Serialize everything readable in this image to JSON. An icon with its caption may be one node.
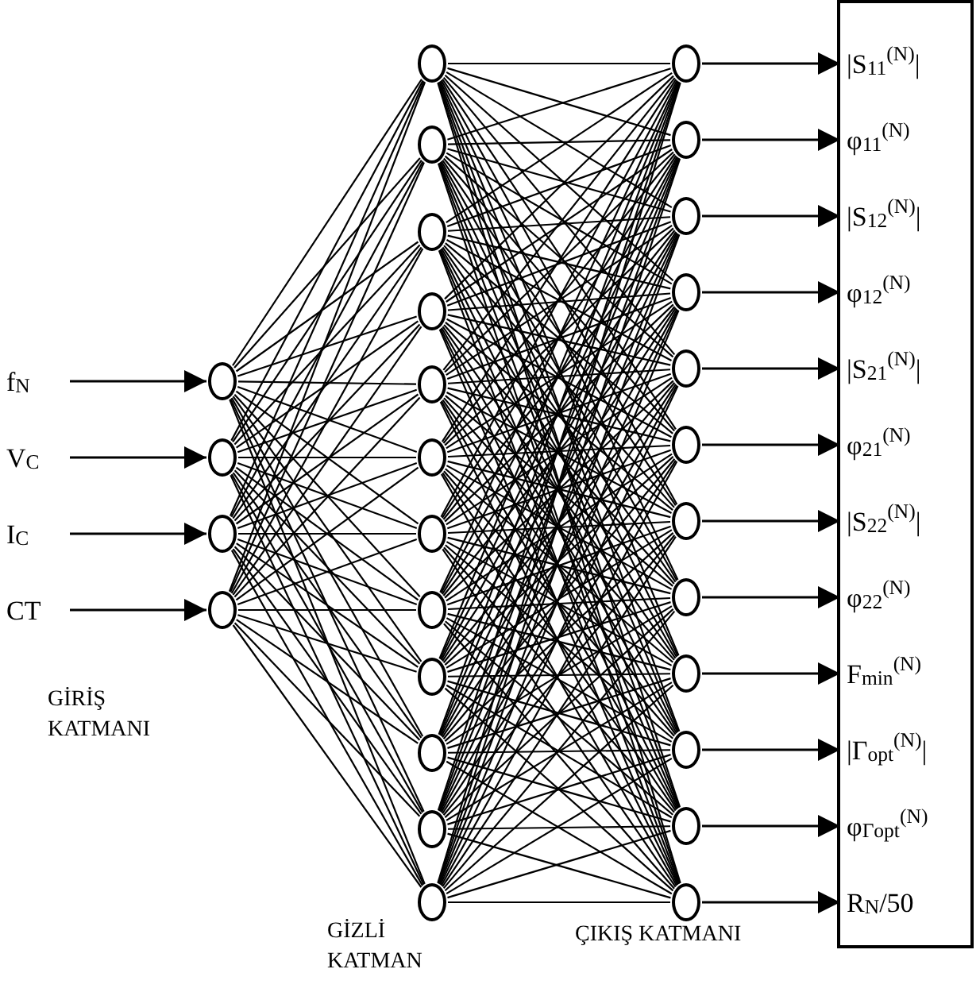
{
  "diagram": {
    "nodes": [
      {
        "text": [
          "f$_{N}$"
        ]
      },
      {
        "text": [
          "V$_{C}$"
        ]
      },
      {
        "text": [
          "I$_{C}$"
        ]
      },
      {
        "text": [
          "CT"
        ]
      },
      {
        "text": [],
        "shape": "circle"
      },
      {
        "text": [],
        "shape": "circle"
      },
      {
        "text": [],
        "shape": "circle"
      },
      {
        "text": [],
        "shape": "circle"
      },
      {
        "text": [],
        "shape": "circle"
      },
      {
        "text": [],
        "shape": "circle"
      },
      {
        "text": [],
        "shape": "circle"
      },
      {
        "text": [],
        "shape": "circle"
      },
      {
        "text": [],
        "shape": "circle"
      },
      {
        "text": [],
        "shape": "circle"
      },
      {
        "text": [],
        "shape": "circle"
      },
      {
        "text": [],
        "shape": "circle"
      },
      {
        "text": [],
        "shape": "circle"
      },
      {
        "text": [],
        "shape": "circle"
      },
      {
        "text": [],
        "shape": "circle"
      },
      {
        "text": [],
        "shape": "circle"
      },
      {
        "text": [],
        "shape": "circle"
      },
      {
        "text": [],
        "shape": "circle"
      },
      {
        "text": [],
        "shape": "circle"
      },
      {
        "text": [],
        "shape": "circle"
      },
      {
        "text": [],
        "shape": "circle"
      },
      {
        "text": [],
        "shape": "circle"
      },
      {
        "text": [],
        "shape": "circle"
      },
      {
        "text": [],
        "shape": "circle"
      },
      {
        "text": [],
        "shape": "circle"
      },
      {
        "text": [],
        "shape": "circle"
      },
      {
        "text": [],
        "shape": "circle"
      },
      {
        "text": [],
        "shape": "circle"
      },
      {
        "text": [],
        "shape": "box"
      },
      {
        "text": [
          "|S$_{11}$$^{(N)}$|"
        ],
        "in": 32
      },
      {
        "text": [
          "φ$_{11}$$^{(N)}$"
        ],
        "in": 32
      },
      {
        "text": [
          "|S$_{12}$$^{(N)}$|"
        ],
        "in": 32
      },
      {
        "text": [
          "φ$_{12}$$^{(N)}$"
        ],
        "in": 32
      },
      {
        "text": [
          "|S$_{21}$$^{(N)}$|"
        ],
        "in": 32
      },
      {
        "text": [
          "φ$_{21}$$^{(N)}$"
        ],
        "in": 32
      },
      {
        "text": [
          "|S$_{22}$$^{(N)}$|"
        ],
        "in": 32
      },
      {
        "text": [
          "φ$_{22}$$^{(N)}$"
        ],
        "in": 32
      },
      {
        "text": [
          "F$_{min}$$^{(N)}$"
        ],
        "in": 32
      },
      {
        "text": [
          "|Γ$_{opt}$$^{(N)}$|"
        ],
        "in": 32
      },
      {
        "text": [
          "φ$_{Γopt}$$^{(N)}$"
        ],
        "in": 32
      },
      {
        "text": [
          "R$_{N}$/50"
        ],
        "in": 32
      }
    ],
    "edges": [
      {
        "from": 0,
        "to": 4,
        "arrow": "to"
      },
      {
        "from": 1,
        "to": 5,
        "arrow": "to"
      },
      {
        "from": 2,
        "to": 6,
        "arrow": "to"
      },
      {
        "from": 3,
        "to": 7,
        "arrow": "to"
      },
      {
        "from": 4,
        "to": 8,
        "arrow": "none"
      },
      {
        "from": 4,
        "to": 9,
        "arrow": "none"
      },
      {
        "from": 4,
        "to": 10,
        "arrow": "none"
      },
      {
        "from": 4,
        "to": 11,
        "arrow": "none"
      },
      {
        "from": 4,
        "to": 12,
        "arrow": "none"
      },
      {
        "from": 4,
        "to": 13,
        "arrow": "none"
      },
      {
        "from": 4,
        "to": 14,
        "arrow": "none"
      },
      {
        "from": 4,
        "to": 15,
        "arrow": "none"
      },
      {
        "from": 4,
        "to": 16,
        "arrow": "none"
      },
      {
        "from": 4,
        "to": 17,
        "arrow": "none"
      },
      {
        "from": 4,
        "to": 18,
        "arrow": "none"
      },
      {
        "from": 4,
        "to": 19,
        "arrow": "none"
      },
      {
        "from": 5,
        "to": 8,
        "arrow": "none"
      },
      {
        "from": 5,
        "to": 9,
        "arrow": "none"
      },
      {
        "from": 5,
        "to": 10,
        "arrow": "none"
      },
      {
        "from": 5,
        "to": 11,
        "arrow": "none"
      },
      {
        "from": 5,
        "to": 12,
        "arrow": "none"
      },
      {
        "from": 5,
        "to": 13,
        "arrow": "none"
      },
      {
        "from": 5,
        "to": 14,
        "arrow": "none"
      },
      {
        "from": 5,
        "to": 15,
        "arrow": "none"
      },
      {
        "from": 5,
        "to": 16,
        "arrow": "none"
      },
      {
        "from": 5,
        "to": 17,
        "arrow": "none"
      },
      {
        "from": 5,
        "to": 18,
        "arrow": "none"
      },
      {
        "from": 5,
        "to": 19,
        "arrow": "none"
      },
      {
        "from": 6,
        "to": 8,
        "arrow": "none"
      },
      {
        "from": 6,
        "to": 9,
        "arrow": "none"
      },
      {
        "from": 6,
        "to": 10,
        "arrow": "none"
      },
      {
        "from": 6,
        "to": 11,
        "arrow": "none"
      },
      {
        "from": 6,
        "to": 12,
        "arrow": "none"
      },
      {
        "from": 6,
        "to": 13,
        "arrow": "none"
      },
      {
        "from": 6,
        "to": 14,
        "arrow": "none"
      },
      {
        "from": 6,
        "to": 15,
        "arrow": "none"
      },
      {
        "from": 6,
        "to": 16,
        "arrow": "none"
      },
      {
        "from": 6,
        "to": 17,
        "arrow": "none"
      },
      {
        "from": 6,
        "to": 18,
        "arrow": "none"
      },
      {
        "from": 6,
        "to": 19,
        "arrow": "none"
      },
      {
        "from": 7,
        "to": 8,
        "arrow": "none"
      },
      {
        "from": 7,
        "to": 9,
        "arrow": "none"
      },
      {
        "from": 7,
        "to": 10,
        "arrow": "none"
      },
      {
        "from": 7,
        "to": 11,
        "arrow": "none"
      },
      {
        "from": 7,
        "to": 12,
        "arrow": "none"
      },
      {
        "from": 7,
        "to": 13,
        "arrow": "none"
      },
      {
        "from": 7,
        "to": 14,
        "arrow": "none"
      },
      {
        "from": 7,
        "to": 15,
        "arrow": "none"
      },
      {
        "from": 7,
        "to": 16,
        "arrow": "none"
      },
      {
        "from": 7,
        "to": 17,
        "arrow": "none"
      },
      {
        "from": 7,
        "to": 18,
        "arrow": "none"
      },
      {
        "from": 7,
        "to": 19,
        "arrow": "none"
      },
      {
        "from": 8,
        "to": 20,
        "arrow": "none"
      },
      {
        "from": 8,
        "to": 21,
        "arrow": "none"
      },
      {
        "from": 8,
        "to": 22,
        "arrow": "none"
      },
      {
        "from": 8,
        "to": 23,
        "arrow": "none"
      },
      {
        "from": 8,
        "to": 24,
        "arrow": "none"
      },
      {
        "from": 8,
        "to": 25,
        "arrow": "none"
      },
      {
        "from": 8,
        "to": 26,
        "arrow": "none"
      },
      {
        "from": 8,
        "to": 27,
        "arrow": "none"
      },
      {
        "from": 8,
        "to": 28,
        "arrow": "none"
      },
      {
        "from": 8,
        "to": 29,
        "arrow": "none"
      },
      {
        "from": 8,
        "to": 30,
        "arrow": "none"
      },
      {
        "from": 8,
        "to": 31,
        "arrow": "none"
      },
      {
        "from": 9,
        "to": 20,
        "arrow": "none"
      },
      {
        "from": 9,
        "to": 21,
        "arrow": "none"
      },
      {
        "from": 9,
        "to": 22,
        "arrow": "none"
      },
      {
        "from": 9,
        "to": 23,
        "arrow": "none"
      },
      {
        "from": 9,
        "to": 24,
        "arrow": "none"
      },
      {
        "from": 9,
        "to": 25,
        "arrow": "none"
      },
      {
        "from": 9,
        "to": 26,
        "arrow": "none"
      },
      {
        "from": 9,
        "to": 27,
        "arrow": "none"
      },
      {
        "from": 9,
        "to": 28,
        "arrow": "none"
      },
      {
        "from": 9,
        "to": 29,
        "arrow": "none"
      },
      {
        "from": 9,
        "to": 30,
        "arrow": "none"
      },
      {
        "from": 9,
        "to": 31,
        "arrow": "none"
      },
      {
        "from": 10,
        "to": 20,
        "arrow": "none"
      },
      {
        "from": 10,
        "to": 21,
        "arrow": "none"
      },
      {
        "from": 10,
        "to": 22,
        "arrow": "none"
      },
      {
        "from": 10,
        "to": 23,
        "arrow": "none"
      },
      {
        "from": 10,
        "to": 24,
        "arrow": "none"
      },
      {
        "from": 10,
        "to": 25,
        "arrow": "none"
      },
      {
        "from": 10,
        "to": 26,
        "arrow": "none"
      },
      {
        "from": 10,
        "to": 27,
        "arrow": "none"
      },
      {
        "from": 10,
        "to": 28,
        "arrow": "none"
      },
      {
        "from": 10,
        "to": 29,
        "arrow": "none"
      },
      {
        "from": 10,
        "to": 30,
        "arrow": "none"
      },
      {
        "from": 10,
        "to": 31,
        "arrow": "none"
      },
      {
        "from": 11,
        "to": 20,
        "arrow": "none"
      },
      {
        "from": 11,
        "to": 21,
        "arrow": "none"
      },
      {
        "from": 11,
        "to": 22,
        "arrow": "none"
      },
      {
        "from": 11,
        "to": 23,
        "arrow": "none"
      },
      {
        "from": 11,
        "to": 24,
        "arrow": "none"
      },
      {
        "from": 11,
        "to": 25,
        "arrow": "none"
      },
      {
        "from": 11,
        "to": 26,
        "arrow": "none"
      },
      {
        "from": 11,
        "to": 27,
        "arrow": "none"
      },
      {
        "from": 11,
        "to": 28,
        "arrow": "none"
      },
      {
        "from": 11,
        "to": 29,
        "arrow": "none"
      },
      {
        "from": 11,
        "to": 30,
        "arrow": "none"
      },
      {
        "from": 11,
        "to": 31,
        "arrow": "none"
      },
      {
        "from": 12,
        "to": 20,
        "arrow": "none"
      },
      {
        "from": 12,
        "to": 21,
        "arrow": "none"
      },
      {
        "from": 12,
        "to": 22,
        "arrow": "none"
      },
      {
        "from": 12,
        "to": 23,
        "arrow": "none"
      },
      {
        "from": 12,
        "to": 24,
        "arrow": "none"
      },
      {
        "from": 12,
        "to": 25,
        "arrow": "none"
      },
      {
        "from": 12,
        "to": 26,
        "arrow": "none"
      },
      {
        "from": 12,
        "to": 27,
        "arrow": "none"
      },
      {
        "from": 12,
        "to": 28,
        "arrow": "none"
      },
      {
        "from": 12,
        "to": 29,
        "arrow": "none"
      },
      {
        "from": 12,
        "to": 30,
        "arrow": "none"
      },
      {
        "from": 12,
        "to": 31,
        "arrow": "none"
      },
      {
        "from": 13,
        "to": 20,
        "arrow": "none"
      },
      {
        "from": 13,
        "to": 21,
        "arrow": "none"
      },
      {
        "from": 13,
        "to": 22,
        "arrow": "none"
      },
      {
        "from": 13,
        "to": 23,
        "arrow": "none"
      },
      {
        "from": 13,
        "to": 24,
        "arrow": "none"
      },
      {
        "from": 13,
        "to": 25,
        "arrow": "none"
      },
      {
        "from": 13,
        "to": 26,
        "arrow": "none"
      },
      {
        "from": 13,
        "to": 27,
        "arrow": "none"
      },
      {
        "from": 13,
        "to": 28,
        "arrow": "none"
      },
      {
        "from": 13,
        "to": 29,
        "arrow": "none"
      },
      {
        "from": 13,
        "to": 30,
        "arrow": "none"
      },
      {
        "from": 13,
        "to": 31,
        "arrow": "none"
      },
      {
        "from": 14,
        "to": 20,
        "arrow": "none"
      },
      {
        "from": 14,
        "to": 21,
        "arrow": "none"
      },
      {
        "from": 14,
        "to": 22,
        "arrow": "none"
      },
      {
        "from": 14,
        "to": 23,
        "arrow": "none"
      },
      {
        "from": 14,
        "to": 24,
        "arrow": "none"
      },
      {
        "from": 14,
        "to": 25,
        "arrow": "none"
      },
      {
        "from": 14,
        "to": 26,
        "arrow": "none"
      },
      {
        "from": 14,
        "to": 27,
        "arrow": "none"
      },
      {
        "from": 14,
        "to": 28,
        "arrow": "none"
      },
      {
        "from": 14,
        "to": 29,
        "arrow": "none"
      },
      {
        "from": 14,
        "to": 30,
        "arrow": "none"
      },
      {
        "from": 14,
        "to": 31,
        "arrow": "none"
      },
      {
        "from": 15,
        "to": 20,
        "arrow": "none"
      },
      {
        "from": 15,
        "to": 21,
        "arrow": "none"
      },
      {
        "from": 15,
        "to": 22,
        "arrow": "none"
      },
      {
        "from": 15,
        "to": 23,
        "arrow": "none"
      },
      {
        "from": 15,
        "to": 24,
        "arrow": "none"
      },
      {
        "from": 15,
        "to": 25,
        "arrow": "none"
      },
      {
        "from": 15,
        "to": 26,
        "arrow": "none"
      },
      {
        "from": 15,
        "to": 27,
        "arrow": "none"
      },
      {
        "from": 15,
        "to": 28,
        "arrow": "none"
      },
      {
        "from": 15,
        "to": 29,
        "arrow": "none"
      },
      {
        "from": 15,
        "to": 30,
        "arrow": "none"
      },
      {
        "from": 15,
        "to": 31,
        "arrow": "none"
      },
      {
        "from": 16,
        "to": 20,
        "arrow": "none"
      },
      {
        "from": 16,
        "to": 21,
        "arrow": "none"
      },
      {
        "from": 16,
        "to": 22,
        "arrow": "none"
      },
      {
        "from": 16,
        "to": 23,
        "arrow": "none"
      },
      {
        "from": 16,
        "to": 24,
        "arrow": "none"
      },
      {
        "from": 16,
        "to": 25,
        "arrow": "none"
      },
      {
        "from": 16,
        "to": 26,
        "arrow": "none"
      },
      {
        "from": 16,
        "to": 27,
        "arrow": "none"
      },
      {
        "from": 16,
        "to": 28,
        "arrow": "none"
      },
      {
        "from": 16,
        "to": 29,
        "arrow": "none"
      },
      {
        "from": 16,
        "to": 30,
        "arrow": "none"
      },
      {
        "from": 16,
        "to": 31,
        "arrow": "none"
      },
      {
        "from": 17,
        "to": 20,
        "arrow": "none"
      },
      {
        "from": 17,
        "to": 21,
        "arrow": "none"
      },
      {
        "from": 17,
        "to": 22,
        "arrow": "none"
      },
      {
        "from": 17,
        "to": 23,
        "arrow": "none"
      },
      {
        "from": 17,
        "to": 24,
        "arrow": "none"
      },
      {
        "from": 17,
        "to": 25,
        "arrow": "none"
      },
      {
        "from": 17,
        "to": 26,
        "arrow": "none"
      },
      {
        "from": 17,
        "to": 27,
        "arrow": "none"
      },
      {
        "from": 17,
        "to": 28,
        "arrow": "none"
      },
      {
        "from": 17,
        "to": 29,
        "arrow": "none"
      },
      {
        "from": 17,
        "to": 30,
        "arrow": "none"
      },
      {
        "from": 17,
        "to": 31,
        "arrow": "none"
      },
      {
        "from": 18,
        "to": 20,
        "arrow": "none"
      },
      {
        "from": 18,
        "to": 21,
        "arrow": "none"
      },
      {
        "from": 18,
        "to": 22,
        "arrow": "none"
      },
      {
        "from": 18,
        "to": 23,
        "arrow": "none"
      },
      {
        "from": 18,
        "to": 24,
        "arrow": "none"
      },
      {
        "from": 18,
        "to": 25,
        "arrow": "none"
      },
      {
        "from": 18,
        "to": 26,
        "arrow": "none"
      },
      {
        "from": 18,
        "to": 27,
        "arrow": "none"
      },
      {
        "from": 18,
        "to": 28,
        "arrow": "none"
      },
      {
        "from": 18,
        "to": 29,
        "arrow": "none"
      },
      {
        "from": 18,
        "to": 30,
        "arrow": "none"
      },
      {
        "from": 18,
        "to": 31,
        "arrow": "none"
      },
      {
        "from": 19,
        "to": 20,
        "arrow": "none"
      },
      {
        "from": 19,
        "to": 21,
        "arrow": "none"
      },
      {
        "from": 19,
        "to": 22,
        "arrow": "none"
      },
      {
        "from": 19,
        "to": 23,
        "arrow": "none"
      },
      {
        "from": 19,
        "to": 24,
        "arrow": "none"
      },
      {
        "from": 19,
        "to": 25,
        "arrow": "none"
      },
      {
        "from": 19,
        "to": 26,
        "arrow": "none"
      },
      {
        "from": 19,
        "to": 27,
        "arrow": "none"
      },
      {
        "from": 19,
        "to": 28,
        "arrow": "none"
      },
      {
        "from": 19,
        "to": 29,
        "arrow": "none"
      },
      {
        "from": 19,
        "to": 30,
        "arrow": "none"
      },
      {
        "from": 19,
        "to": 31,
        "arrow": "none"
      },
      {
        "from": 20,
        "to": 33,
        "arrow": "to"
      },
      {
        "from": 21,
        "to": 34,
        "arrow": "to"
      },
      {
        "from": 22,
        "to": 35,
        "arrow": "to"
      },
      {
        "from": 23,
        "to": 36,
        "arrow": "to"
      },
      {
        "from": 24,
        "to": 37,
        "arrow": "to"
      },
      {
        "from": 25,
        "to": 38,
        "arrow": "to"
      },
      {
        "from": 26,
        "to": 39,
        "arrow": "to"
      },
      {
        "from": 27,
        "to": 40,
        "arrow": "to"
      },
      {
        "from": 28,
        "to": 41,
        "arrow": "to"
      },
      {
        "from": 29,
        "to": 42,
        "arrow": "to"
      },
      {
        "from": 30,
        "to": 43,
        "arrow": "to"
      },
      {
        "from": 31,
        "to": 44,
        "arrow": "to"
      }
    ],
    "labels": [
      "GİRİŞ KATMANI",
      "GİZLİ KATMAN",
      "ÇIKIŞ KATMANI"
    ]
  }
}
